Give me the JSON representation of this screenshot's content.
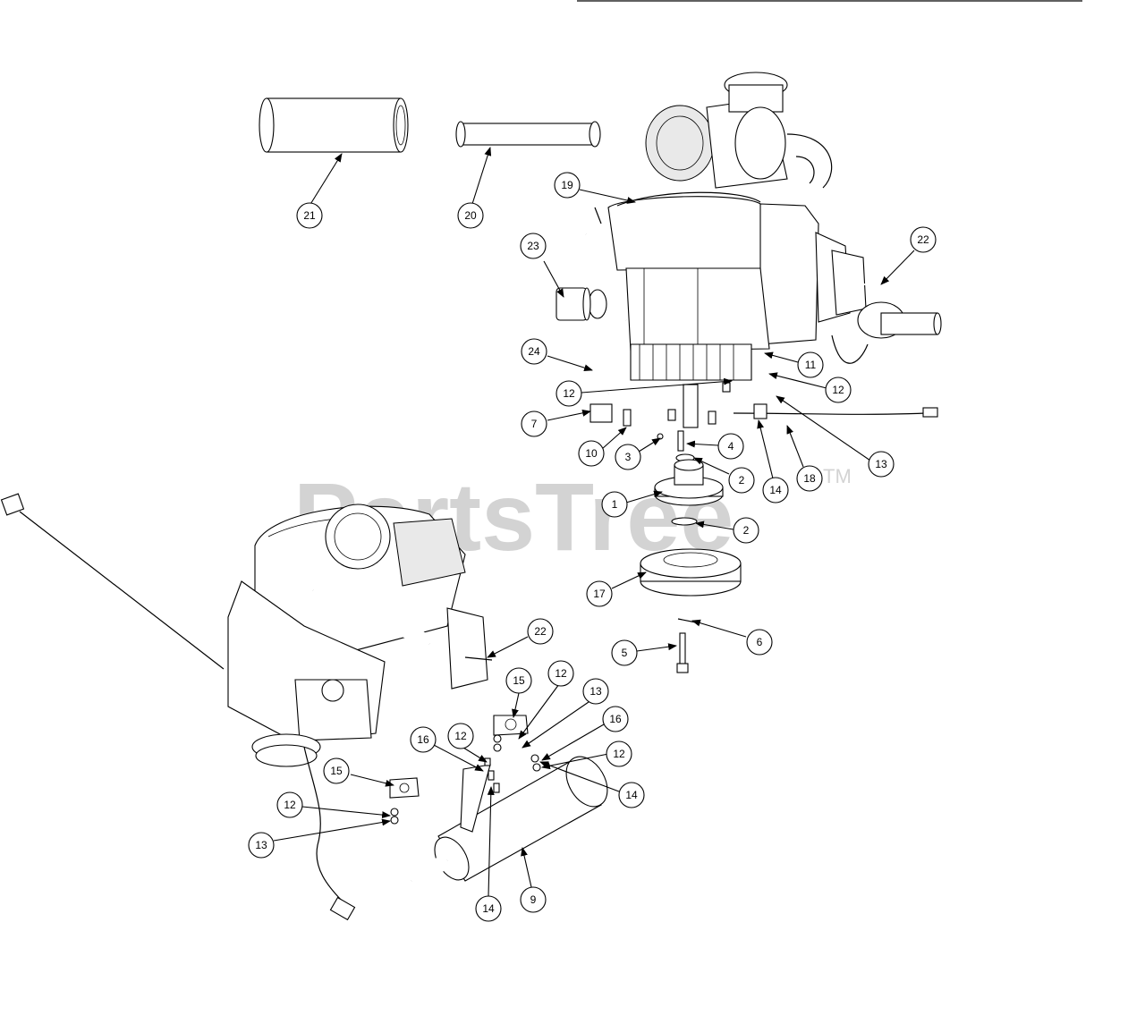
{
  "watermark": {
    "text": "PartsTree",
    "trademark": "TM"
  },
  "callouts": [
    {
      "id": "c-21",
      "label": "21"
    },
    {
      "id": "c-20",
      "label": "20"
    },
    {
      "id": "c-19",
      "label": "19"
    },
    {
      "id": "c-23",
      "label": "23"
    },
    {
      "id": "c-22-top",
      "label": "22"
    },
    {
      "id": "c-24",
      "label": "24"
    },
    {
      "id": "c-11",
      "label": "11"
    },
    {
      "id": "c-12-a",
      "label": "12"
    },
    {
      "id": "c-12-b",
      "label": "12"
    },
    {
      "id": "c-7",
      "label": "7"
    },
    {
      "id": "c-13-top",
      "label": "13"
    },
    {
      "id": "c-10",
      "label": "10"
    },
    {
      "id": "c-3",
      "label": "3"
    },
    {
      "id": "c-4",
      "label": "4"
    },
    {
      "id": "c-2-a",
      "label": "2"
    },
    {
      "id": "c-14-top",
      "label": "14"
    },
    {
      "id": "c-18",
      "label": "18"
    },
    {
      "id": "c-1",
      "label": "1"
    },
    {
      "id": "c-2-b",
      "label": "2"
    },
    {
      "id": "c-17",
      "label": "17"
    },
    {
      "id": "c-6",
      "label": "6"
    },
    {
      "id": "c-5",
      "label": "5"
    },
    {
      "id": "c-22-bot",
      "label": "22"
    },
    {
      "id": "c-15-a",
      "label": "15"
    },
    {
      "id": "c-12-c",
      "label": "12"
    },
    {
      "id": "c-13-mid",
      "label": "13"
    },
    {
      "id": "c-16-a",
      "label": "16"
    },
    {
      "id": "c-12-d",
      "label": "12"
    },
    {
      "id": "c-16-b",
      "label": "16"
    },
    {
      "id": "c-12-e",
      "label": "12"
    },
    {
      "id": "c-14-mid",
      "label": "14"
    },
    {
      "id": "c-15-b",
      "label": "15"
    },
    {
      "id": "c-12-f",
      "label": "12"
    },
    {
      "id": "c-13-bot",
      "label": "13"
    },
    {
      "id": "c-14-bot",
      "label": "14"
    },
    {
      "id": "c-9",
      "label": "9"
    }
  ]
}
